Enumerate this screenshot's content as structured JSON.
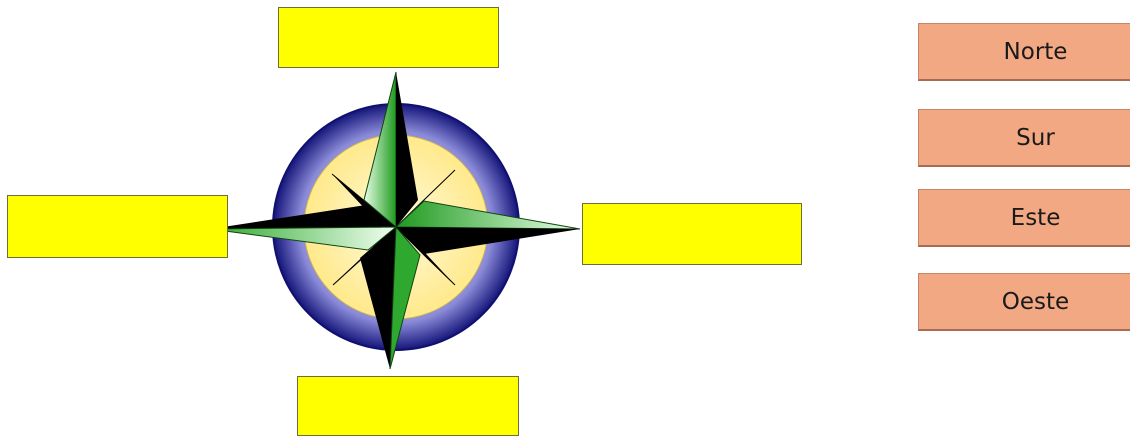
{
  "answer_boxes": [
    {
      "id": "top",
      "value": ""
    },
    {
      "id": "left",
      "value": ""
    },
    {
      "id": "right",
      "value": ""
    },
    {
      "id": "bottom",
      "value": ""
    }
  ],
  "label_cards": [
    {
      "label": "Norte"
    },
    {
      "label": "Sur"
    },
    {
      "label": "Este"
    },
    {
      "label": "Oeste"
    }
  ],
  "colors": {
    "answer_box": "#ffff00",
    "label_card": "#f2a883",
    "compass_ring_outer": "#1a1a8c",
    "compass_inner": "#fff6a0",
    "compass_green": "#2fa82f",
    "compass_black": "#000000",
    "compass_orange": "#e07a1a"
  },
  "icons": {
    "compass": "compass-rose-icon"
  }
}
